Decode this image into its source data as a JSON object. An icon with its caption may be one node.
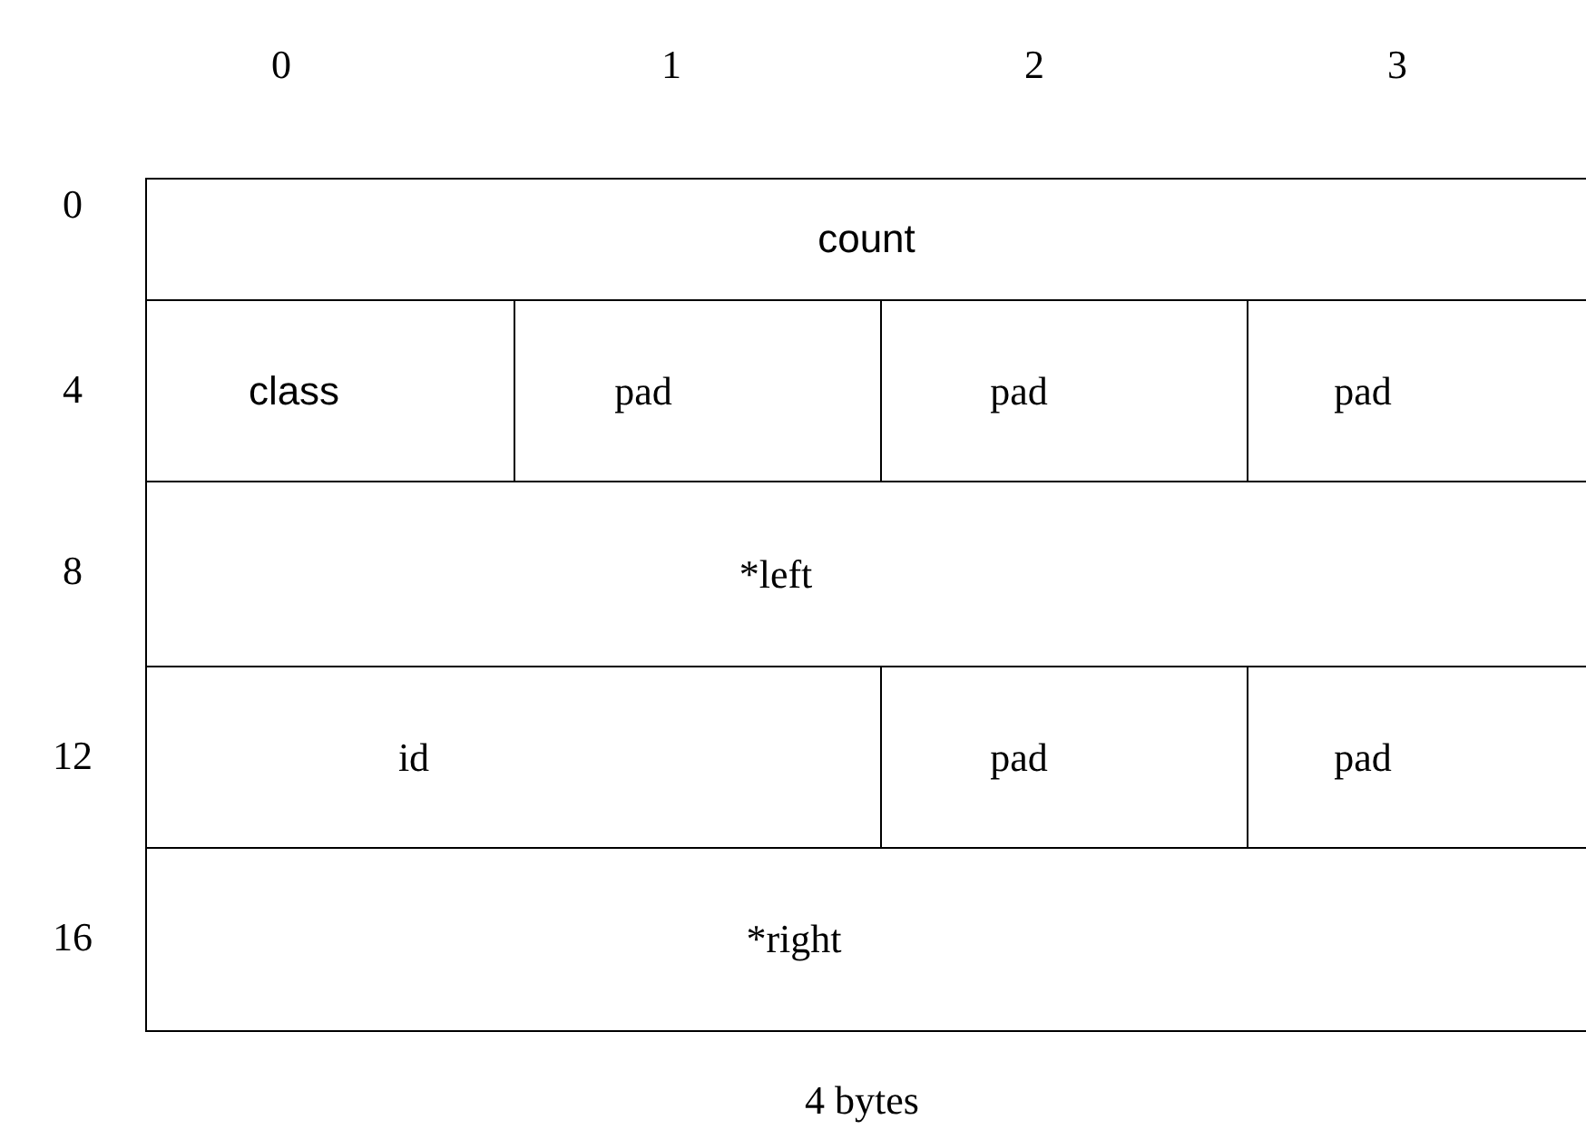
{
  "diagram": {
    "nodes": [
      {
        "text": [
          "count"
        ]
      },
      {
        "text": [
          "class"
        ]
      },
      {
        "text": [
          "pad"
        ]
      },
      {
        "text": [
          "pad"
        ]
      },
      {
        "text": [
          "pad"
        ]
      },
      {
        "text": [
          "*left"
        ]
      },
      {
        "text": [
          "id"
        ]
      },
      {
        "text": [
          "pad"
        ]
      },
      {
        "text": [
          "pad"
        ]
      },
      {
        "text": [
          "*right"
        ]
      }
    ],
    "labels": [
      "0",
      "1",
      "2",
      "3",
      "0",
      "4",
      "8",
      "12",
      "16",
      "4 bytes"
    ]
  }
}
